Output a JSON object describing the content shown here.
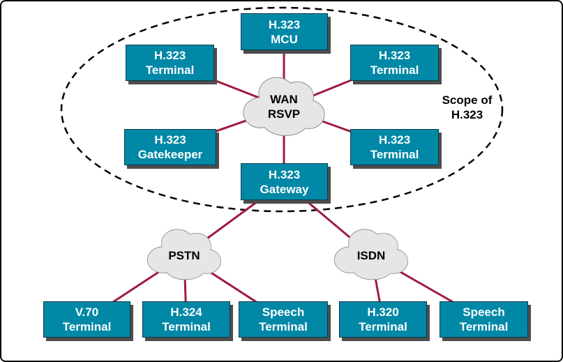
{
  "colors": {
    "box_fill": "#0088A6",
    "box_text": "#FFFFFF",
    "box_border": "#073B4C",
    "box_shadow": "#4D4D4D",
    "line": "#9E1B40",
    "cloud_fill": "#E6E6E6",
    "cloud_stroke": "#8C8C8C",
    "scope_stroke": "#000000"
  },
  "scope": {
    "line1": "Scope of",
    "line2": "H.323"
  },
  "nodes": {
    "mcu": {
      "line1": "H.323",
      "line2": "MCU"
    },
    "terminal_top_left": {
      "line1": "H.323",
      "line2": "Terminal"
    },
    "terminal_top_right": {
      "line1": "H.323",
      "line2": "Terminal"
    },
    "gatekeeper": {
      "line1": "H.323",
      "line2": "Gatekeeper"
    },
    "terminal_right": {
      "line1": "H.323",
      "line2": "Terminal"
    },
    "gateway": {
      "line1": "H.323",
      "line2": "Gateway"
    },
    "v70_terminal": {
      "line1": "V.70",
      "line2": "Terminal"
    },
    "h324_terminal": {
      "line1": "H.324",
      "line2": "Terminal"
    },
    "speech_terminal_pstn": {
      "line1": "Speech",
      "line2": "Terminal"
    },
    "h320_terminal": {
      "line1": "H.320",
      "line2": "Terminal"
    },
    "speech_terminal_isdn": {
      "line1": "Speech",
      "line2": "Terminal"
    }
  },
  "clouds": {
    "wan": {
      "line1": "WAN",
      "line2": "RSVP"
    },
    "pstn": {
      "label": "PSTN"
    },
    "isdn": {
      "label": "ISDN"
    }
  }
}
